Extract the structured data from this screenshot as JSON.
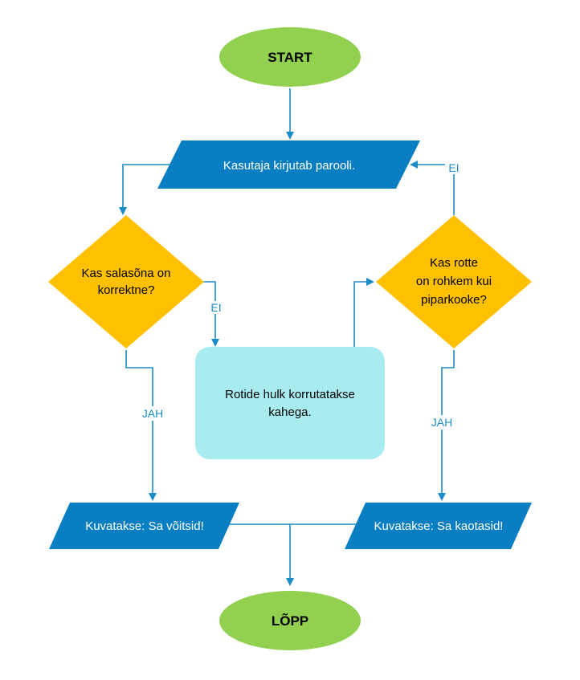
{
  "colors": {
    "terminal": "#92d050",
    "io": "#0a7ec2",
    "decision": "#ffc000",
    "process": "#a8ecf0",
    "connector": "#1a8cc8",
    "text_dark": "#000000",
    "text_light": "#ffffff"
  },
  "nodes": {
    "start": {
      "label": "START"
    },
    "input": {
      "label": "Kasutaja kirjutab parooli."
    },
    "check_password": {
      "line1": "Kas salasõna on",
      "line2": "korrektne?"
    },
    "check_rats": {
      "line1": "Kas rotte",
      "line2": "on rohkem kui",
      "line3": "piparkooke?"
    },
    "double_rats": {
      "line1": "Rotide hulk korrutatakse",
      "line2": "kahega."
    },
    "win": {
      "label": "Kuvatakse: Sa võitsid!"
    },
    "lose": {
      "label": "Kuvatakse: Sa kaotasid!"
    },
    "end": {
      "label": "LÕPP"
    }
  },
  "edges": {
    "password_no": "EI",
    "password_yes": "JAH",
    "rats_no": "EI",
    "rats_yes": "JAH"
  }
}
